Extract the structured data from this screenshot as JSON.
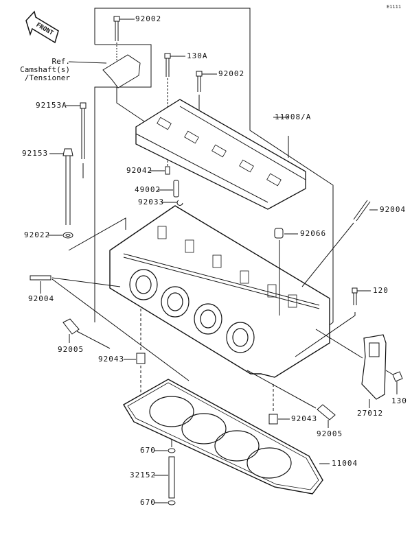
{
  "diagram_code": "E1111",
  "front_arrow_label": "FRONT",
  "reference": {
    "line1": "Ref. Camshaft(s)",
    "line2": "/Tensioner"
  },
  "parts": [
    {
      "id": "92002"
    },
    {
      "id": "130A"
    },
    {
      "id": "92002"
    },
    {
      "id": "92153A"
    },
    {
      "id": "11008/A"
    },
    {
      "id": "92153"
    },
    {
      "id": "92042"
    },
    {
      "id": "49002"
    },
    {
      "id": "92033"
    },
    {
      "id": "92004"
    },
    {
      "id": "92022"
    },
    {
      "id": "92066"
    },
    {
      "id": "92004"
    },
    {
      "id": "120"
    },
    {
      "id": "92005"
    },
    {
      "id": "92043"
    },
    {
      "id": "130"
    },
    {
      "id": "27012"
    },
    {
      "id": "92043"
    },
    {
      "id": "92005"
    },
    {
      "id": "670"
    },
    {
      "id": "11004"
    },
    {
      "id": "32152"
    },
    {
      "id": "670"
    }
  ]
}
